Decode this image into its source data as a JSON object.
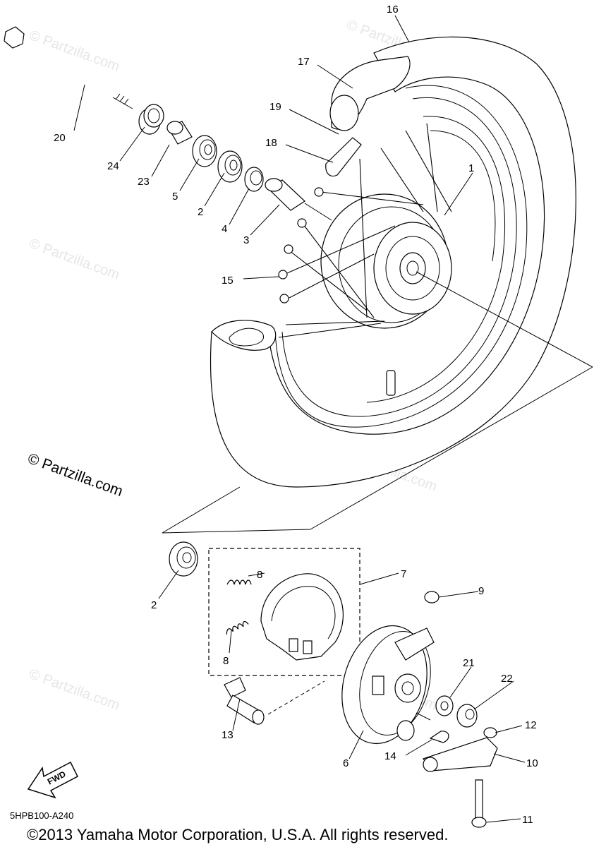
{
  "watermarks": {
    "text": "© Partzilla.com",
    "prominent": "© Partzilla.com"
  },
  "diagram_code": "5HPB100-A240",
  "copyright": "©2013  Yamaha Motor Corporation, U.S.A. All rights reserved.",
  "fwd_label": "FWD",
  "labels": {
    "p1": "1",
    "p2a": "2",
    "p2b": "2",
    "p3": "3",
    "p4": "4",
    "p5": "5",
    "p6": "6",
    "p7": "7",
    "p8a": "8",
    "p8b": "8",
    "p9": "9",
    "p10": "10",
    "p11": "11",
    "p12": "12",
    "p13": "13",
    "p14": "14",
    "p15": "15",
    "p16": "16",
    "p17": "17",
    "p18": "18",
    "p19": "19",
    "p20": "20",
    "p21": "21",
    "p22": "22",
    "p23": "23",
    "p24": "24"
  }
}
